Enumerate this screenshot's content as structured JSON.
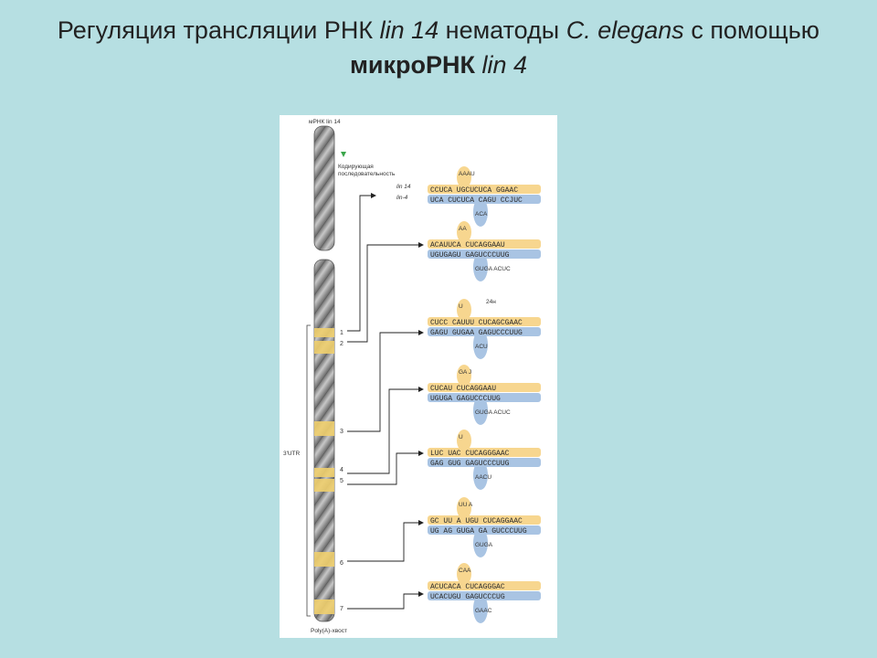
{
  "title": {
    "part1": "Регуляция трансляции РНК ",
    "part2": "lin 14",
    "part3": " нематоды ",
    "part4": "C. elegans",
    "part5": " с помощью ",
    "part6": "микроРНК",
    "part7": " ",
    "part8": "lin 4"
  },
  "figure": {
    "mrna_label": "мРНК lin 14",
    "coding_label_line1": "Кодирующая",
    "coding_label_line2": "последовательность",
    "lin14_label": "lin 14",
    "lin4_label": "lin-4",
    "utr_label": "3'UTR",
    "polya_label": "Poly(A)-хвост",
    "loop_label": "24н",
    "site_numbers": [
      "1",
      "2",
      "3",
      "4",
      "5",
      "6",
      "7"
    ],
    "colors": {
      "mrna_highlight": "#f7d68f",
      "mirna_highlight": "#a9c4e3",
      "rod": "#9a9a9a",
      "site_band": "#efcf6e"
    },
    "duplexes": [
      {
        "top": "CCUCA UGCUCUCA GGAAC",
        "bottom": "UCA CUCUCA CAGU CCJUC",
        "top_loop": "AAAU",
        "bottom_loop": "ACA"
      },
      {
        "top": "ACAUUCA CUCAGGAAU",
        "bottom": "UGUGAGU GAGUCCCUUG",
        "top_loop": "AA",
        "bottom_loop": "GUGA ACUC"
      },
      {
        "top": "CUCC CAUUU CUCAGCGAAC",
        "bottom": "GAGU GUGAA GAGUCCCUUG",
        "top_loop": "U",
        "bottom_loop": "ACU"
      },
      {
        "top": "CUCAU CUCAGGAAU",
        "bottom": "UGUGA GAGUCCCUUG",
        "top_loop": "GA J",
        "bottom_loop": "GUGA ACUC"
      },
      {
        "top": "LUC UAC CUCAGGGAAC",
        "bottom": "GAG GUG GAGUCCCUUG",
        "top_loop": "U",
        "bottom_loop": "AACU"
      },
      {
        "top": "GC UU A UGU CUCAGGAAC",
        "bottom": "UG AG GUGA GA GUCCCUUG",
        "top_loop": "UU A",
        "bottom_loop": "GUGA"
      },
      {
        "top": "ACUCACA CUCAGGGAC",
        "bottom": "UCACUGU GAGUCCCUG",
        "top_loop": "CAA",
        "bottom_loop": "GAAC"
      }
    ]
  }
}
